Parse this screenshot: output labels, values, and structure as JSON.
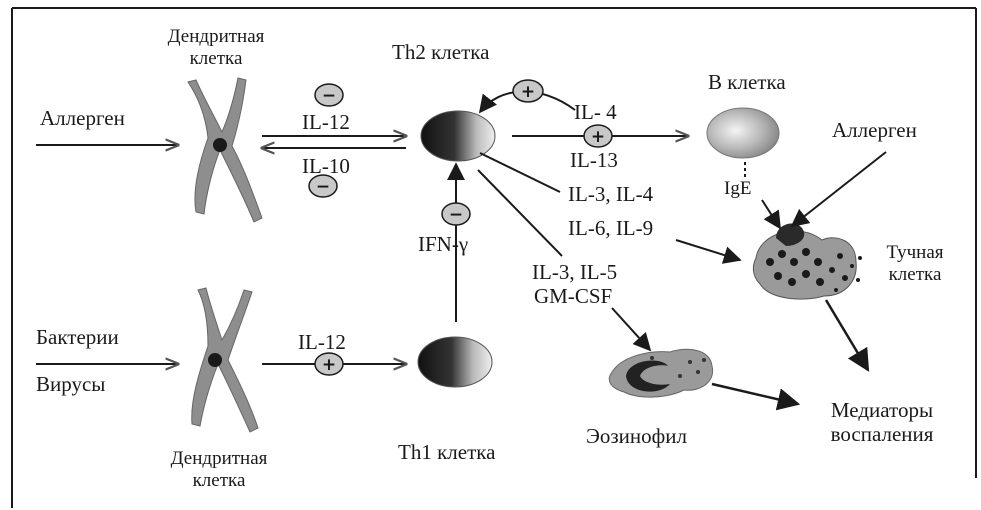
{
  "labels": {
    "dendritic_top": "Дендритная\nклетка",
    "dendritic_bottom": "Дендритная\nклетка",
    "allergen_left": "Аллерген",
    "allergen_right": "Аллерген",
    "bacteria": "Бактерии",
    "viruses": "Вирусы",
    "th2_prefix": "Th2",
    "th2_suffix": " клетка",
    "th1_prefix": "Th1",
    "th1_suffix": " клетка",
    "b_prefix": "B",
    "b_suffix": " клетка",
    "il12_top": "IL-12",
    "il10": "IL-10",
    "il12_bottom": "IL-12",
    "ifn": "IFN-γ",
    "il4": "IL- 4",
    "il13": "IL-13",
    "il3_il4": "IL-3, IL-4",
    "il6_il9": "IL-6, IL-9",
    "il3_il5": "IL-3, IL-5",
    "gmcsf": "GM-CSF",
    "ige": "IgE",
    "mast": "Тучная\nклетка",
    "eosinophil": "Эозинофил",
    "mediators": "Медиаторы\nвоспаления"
  },
  "signs": {
    "minus": "−",
    "plus": "+"
  },
  "colors": {
    "ink": "#1a1a1a",
    "cell_body": "#8e8e8e",
    "cell_dark": "#303030",
    "badge_fill": "#c8c8c8"
  }
}
